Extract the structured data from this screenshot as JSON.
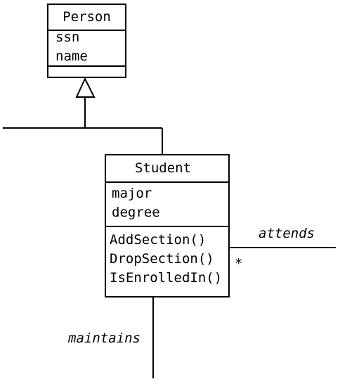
{
  "person": {
    "name": "Person",
    "attributes": [
      "ssn",
      "name"
    ],
    "operations": []
  },
  "student": {
    "name": "Student",
    "attributes": [
      "major",
      "degree"
    ],
    "operations": [
      "AddSection()",
      "DropSection()",
      "IsEnrolledIn()"
    ]
  },
  "associations": {
    "attends": {
      "label": "attends",
      "multiplicity": "*"
    },
    "maintains": {
      "label": "maintains"
    }
  }
}
